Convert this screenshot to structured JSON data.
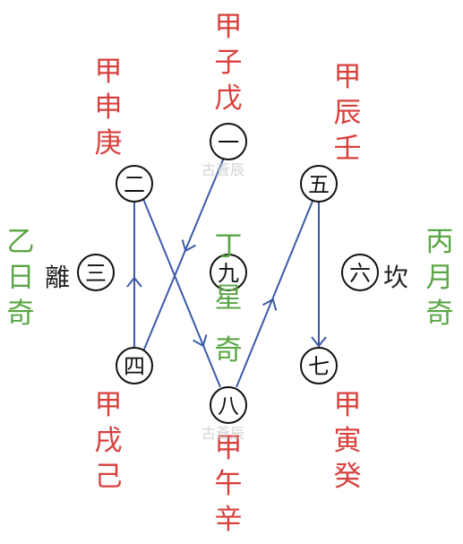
{
  "colors": {
    "stem": "#d8403c",
    "qi": "#5aa644",
    "path": "#3b5aa8",
    "circle": "#111111"
  },
  "nodes": [
    {
      "id": "n1",
      "label": "一"
    },
    {
      "id": "n2",
      "label": "二"
    },
    {
      "id": "n3",
      "label": "三"
    },
    {
      "id": "n4",
      "label": "四"
    },
    {
      "id": "n5",
      "label": "五"
    },
    {
      "id": "n6",
      "label": "六"
    },
    {
      "id": "n7",
      "label": "七"
    },
    {
      "id": "n8",
      "label": "八"
    },
    {
      "id": "n9",
      "label": "九"
    }
  ],
  "labels": {
    "top_center": "甲子戊",
    "top_left": "甲申庚",
    "top_right": "甲辰壬",
    "bottom_left": "甲戌己",
    "bottom_center": "甲午辛",
    "bottom_right": "甲寅癸",
    "left_qi": "乙日奇",
    "right_qi": "丙月奇",
    "center_qi": "丁星奇",
    "trigram_li": "離",
    "trigram_kan": "坎"
  },
  "watermark": "古蒼辰",
  "path_order": [
    "一",
    "四",
    "二",
    "八",
    "五",
    "七"
  ]
}
